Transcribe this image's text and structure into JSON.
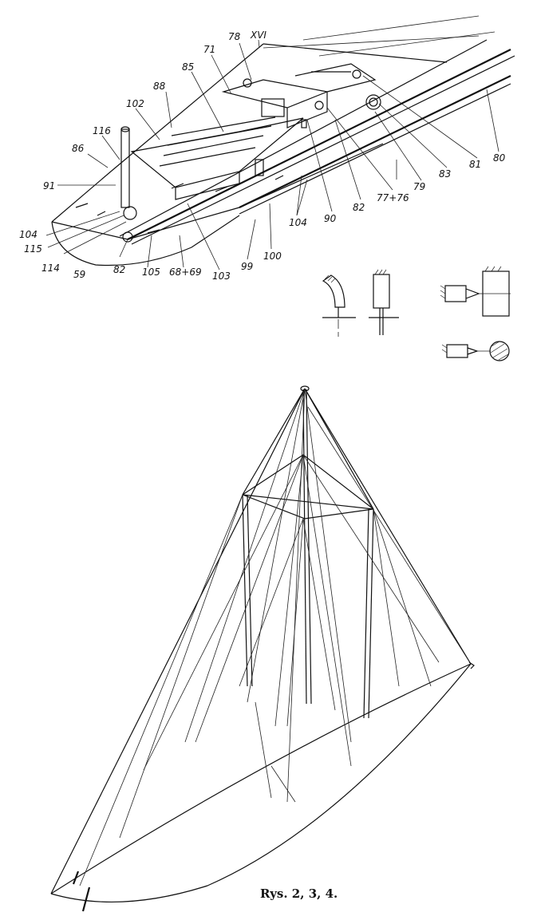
{
  "caption": "Rys. 2, 3, 4.",
  "labels": {
    "xvi": "XVI",
    "l78": "78",
    "l71": "71",
    "l85": "85",
    "l88": "88",
    "l102": "102",
    "l116": "116",
    "l86": "86",
    "l91": "91",
    "l104a": "104",
    "l115": "115",
    "l114": "114",
    "l59": "59",
    "l82a": "82",
    "l105": "105",
    "l68": "68+69",
    "l103": "103",
    "l99": "99",
    "l100": "100",
    "l104b": "104",
    "l90": "90",
    "l82b": "82",
    "l77": "77+76",
    "l79": "79",
    "l83": "83",
    "l81": "81",
    "l80": "80"
  }
}
